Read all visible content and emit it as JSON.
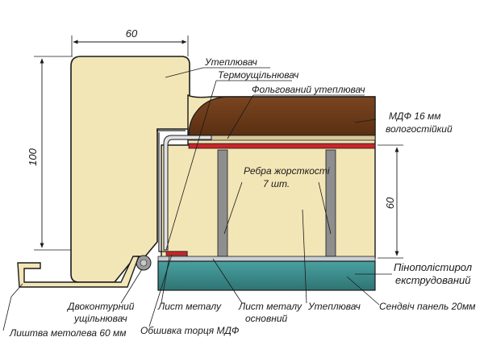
{
  "dimensions": {
    "frame_width": "60",
    "frame_height": "100",
    "panel_height": "60"
  },
  "labels": {
    "insulation_top": "Утеплювач",
    "thermal_seal": "Термоущільнювач",
    "foil_insulation": "Фольгований утеплювач",
    "mdf_line1": "МДФ 16 мм",
    "mdf_line2": "вологостійкий",
    "ribs_line1": "Ребра жорсткості",
    "ribs_line2": "7 шт.",
    "xps_line1": "Пінополістирол",
    "xps_line2": "екструдований",
    "sandwich_panel": "Сендвіч панель 20мм",
    "insulation_bottom": "Утеплювач",
    "sheet_metal_main_line1": "Лист металу",
    "sheet_metal_main_line2": "основний",
    "sheet_metal": "Лист металу",
    "double_seal_line1": "Двоконтурний",
    "double_seal_line2": "ущільнювач",
    "edge_trim_mdf": "Обшивка торця МДФ",
    "metal_casing": "Лиштва метолева 60 мм"
  },
  "colors": {
    "insulation": "#f3e6b6",
    "mdf_brown": "#6b3a17",
    "red_strip": "#c8262b",
    "rib_gray": "#8e8e8e",
    "sandwich_teal": "#3f8e8f",
    "steel_light": "#c9ced3",
    "outline": "#1a1a1a"
  }
}
